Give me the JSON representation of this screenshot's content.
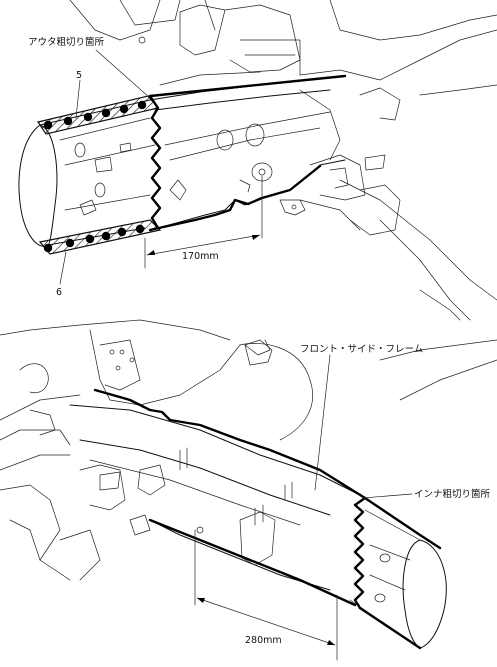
{
  "figure_top": {
    "label_outer_cut": "アウタ粗切り箇所",
    "label_part_5": "5",
    "label_part_6": "6",
    "dimension": "170mm"
  },
  "figure_bottom": {
    "label_front_side_frame": "フロント・サイド・フレーム",
    "label_inner_cut": "インナ粗切り箇所",
    "dimension": "280mm"
  }
}
